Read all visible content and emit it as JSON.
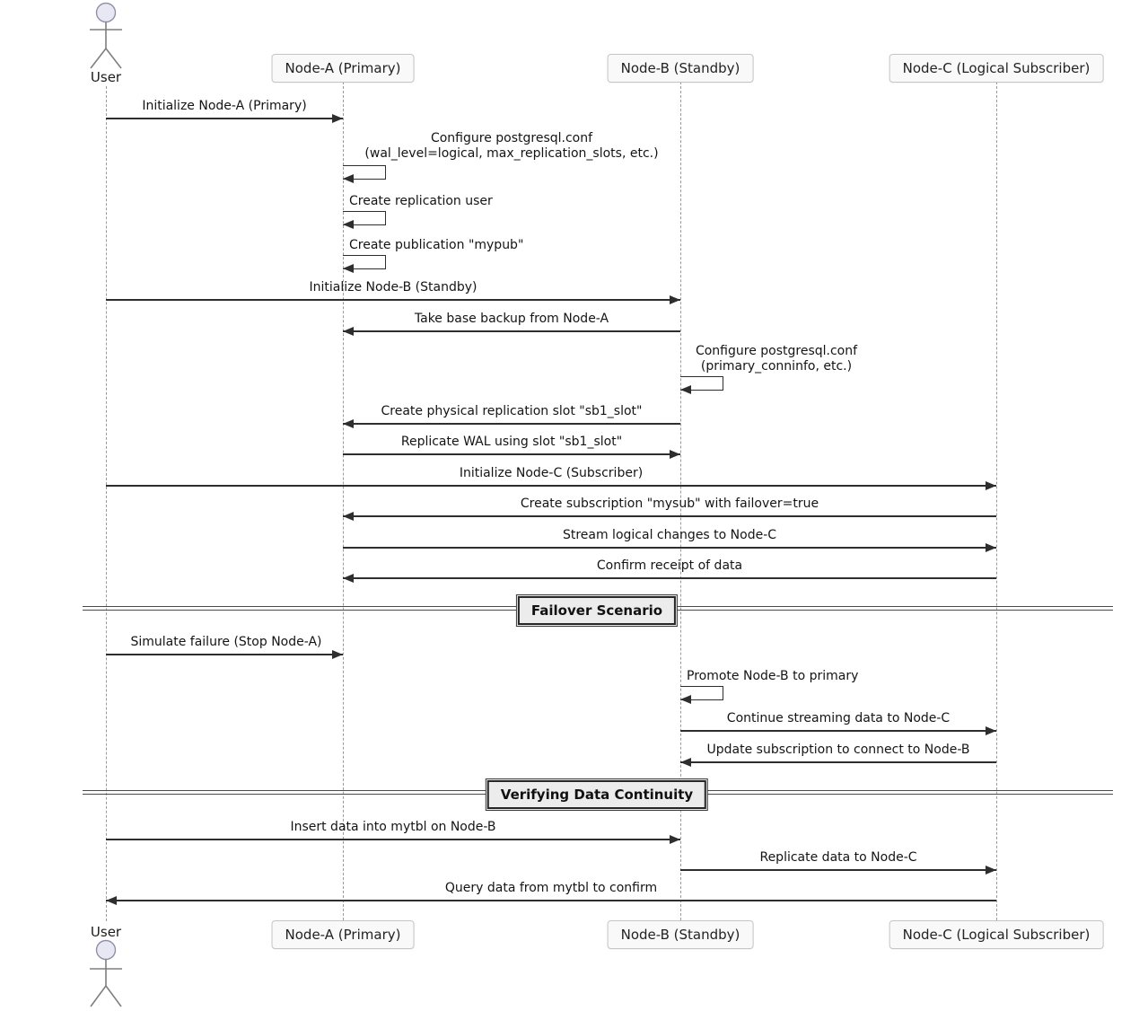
{
  "diagram": {
    "type": "uml-sequence",
    "participants": [
      {
        "id": "user",
        "label": "User",
        "kind": "actor"
      },
      {
        "id": "node-a",
        "label": "Node-A (Primary)",
        "kind": "participant"
      },
      {
        "id": "node-b",
        "label": "Node-B (Standby)",
        "kind": "participant"
      },
      {
        "id": "node-c",
        "label": "Node-C (Logical Subscriber)",
        "kind": "participant"
      }
    ],
    "messages": [
      {
        "from": "User",
        "to": "Node-A",
        "text": "Initialize Node-A (Primary)"
      },
      {
        "from": "Node-A",
        "to": "Node-A",
        "self": true,
        "lines": [
          "Configure postgresql.conf",
          "(wal_level=logical, max_replication_slots, etc.)"
        ]
      },
      {
        "from": "Node-A",
        "to": "Node-A",
        "self": true,
        "text": "Create replication user"
      },
      {
        "from": "Node-A",
        "to": "Node-A",
        "self": true,
        "text": "Create publication \"mypub\""
      },
      {
        "from": "User",
        "to": "Node-B",
        "text": "Initialize Node-B (Standby)"
      },
      {
        "from": "Node-B",
        "to": "Node-A",
        "text": "Take base backup from Node-A"
      },
      {
        "from": "Node-B",
        "to": "Node-B",
        "self": true,
        "lines": [
          "Configure postgresql.conf",
          "(primary_conninfo, etc.)"
        ]
      },
      {
        "from": "Node-B",
        "to": "Node-A",
        "text": "Create physical replication slot \"sb1_slot\""
      },
      {
        "from": "Node-A",
        "to": "Node-B",
        "text": "Replicate WAL using slot \"sb1_slot\""
      },
      {
        "from": "User",
        "to": "Node-C",
        "text": "Initialize Node-C (Subscriber)"
      },
      {
        "from": "Node-C",
        "to": "Node-A",
        "text": "Create subscription \"mysub\" with failover=true"
      },
      {
        "from": "Node-A",
        "to": "Node-C",
        "text": "Stream logical changes to Node-C"
      },
      {
        "from": "Node-C",
        "to": "Node-A",
        "text": "Confirm receipt of data"
      },
      {
        "from": "User",
        "to": "Node-A",
        "text": "Simulate failure (Stop Node-A)"
      },
      {
        "from": "Node-B",
        "to": "Node-B",
        "self": true,
        "text": "Promote Node-B to primary"
      },
      {
        "from": "Node-B",
        "to": "Node-C",
        "text": "Continue streaming data to Node-C"
      },
      {
        "from": "Node-C",
        "to": "Node-B",
        "text": "Update subscription to connect to Node-B"
      },
      {
        "from": "User",
        "to": "Node-B",
        "text": "Insert data into mytbl on Node-B"
      },
      {
        "from": "Node-B",
        "to": "Node-C",
        "text": "Replicate data to Node-C"
      },
      {
        "from": "Node-C",
        "to": "User",
        "text": "Query data from mytbl to confirm"
      }
    ],
    "dividers": [
      {
        "text": "Failover Scenario"
      },
      {
        "text": "Verifying Data Continuity"
      }
    ],
    "colors": {
      "background": "#ffffff",
      "arrow_line": "#2e2e2e",
      "lifeline": "#9b9b9b",
      "participant_fill": "#f9f9f9",
      "participant_border": "#c5c5c5",
      "actor_head_fill": "#e8e8f4",
      "actor_stroke": "#8f8fa8",
      "divider_fill": "#ececec",
      "divider_border": "#262626",
      "text": "#141414"
    }
  }
}
